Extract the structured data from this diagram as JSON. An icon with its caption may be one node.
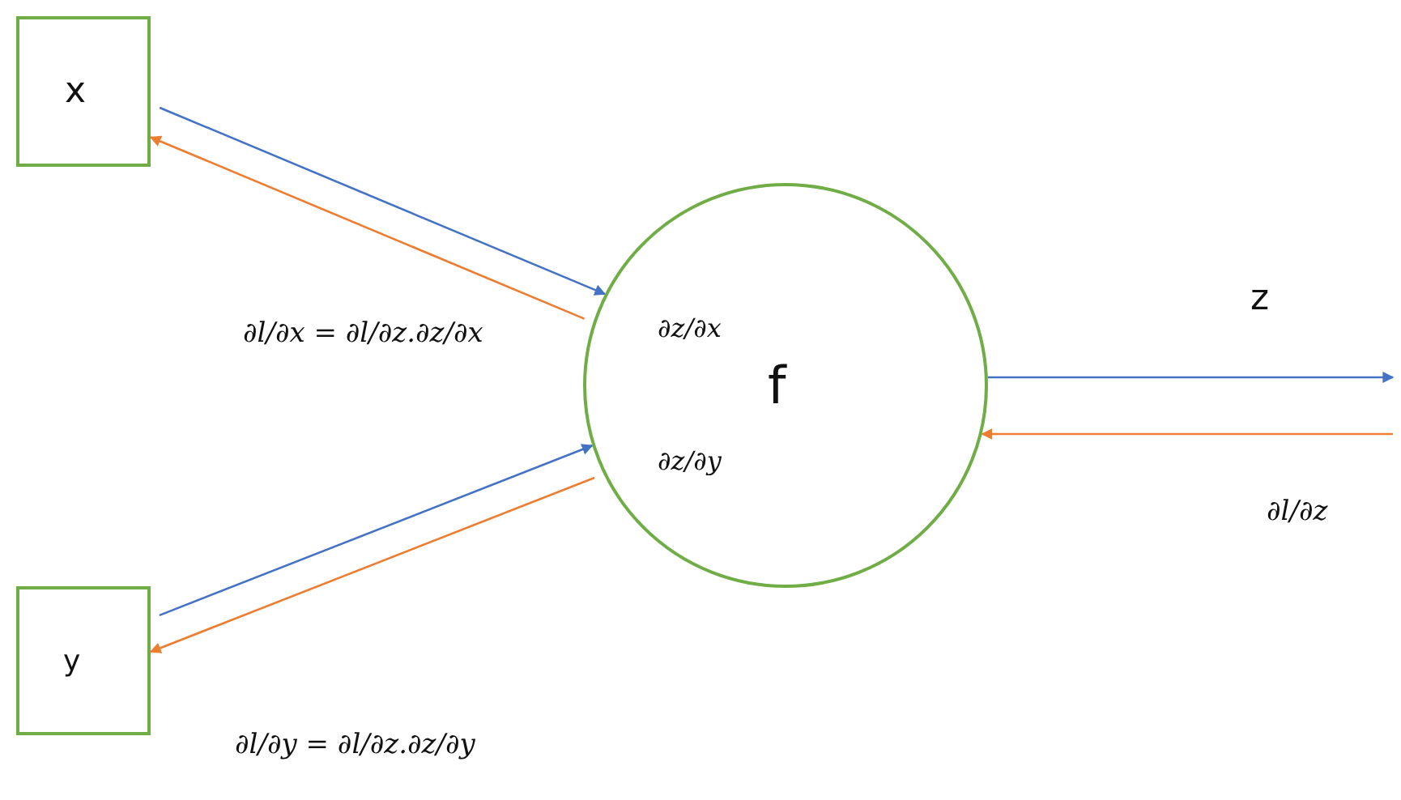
{
  "diagram": {
    "nodes": [
      {
        "text": [
          "x"
        ]
      },
      {
        "text": [
          "y"
        ]
      },
      {
        "text": [
          "∂z/∂x",
          "f",
          "∂z/∂y"
        ]
      }
    ],
    "edges": [
      {
        "from": 0,
        "to": 2,
        "arrow": "to",
        "color": "#4472c4"
      },
      {
        "from": 2,
        "to": 0,
        "arrow": "to",
        "color": "#ed7d31"
      },
      {
        "from": 1,
        "to": 2,
        "arrow": "to",
        "color": "#4472c4"
      },
      {
        "from": 2,
        "to": 1,
        "arrow": "to",
        "color": "#ed7d31"
      },
      {
        "from": 2,
        "to": null,
        "arrow": "to",
        "color": "#4472c4"
      },
      {
        "from": null,
        "to": 2,
        "arrow": "to",
        "color": "#ed7d31"
      }
    ],
    "labels": [
      "∂l/∂x = ∂l/∂z.∂z/∂x",
      "z",
      "∂l/∂z",
      "∂l/∂y = ∂l/∂z.∂z/∂y"
    ]
  }
}
